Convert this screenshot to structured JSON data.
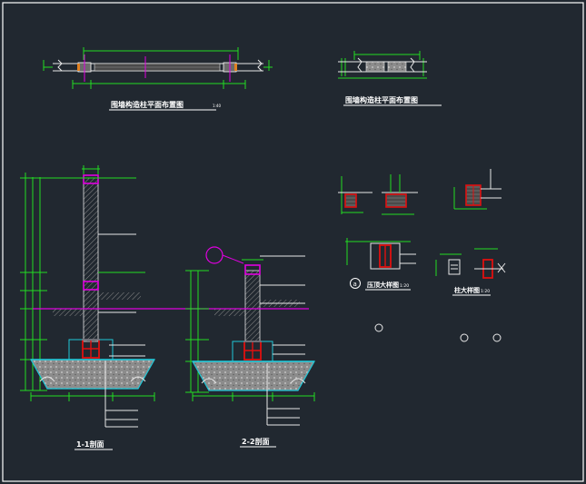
{
  "colors": {
    "background": "#212830",
    "frame": "#ffffff",
    "dimension": "#22dd22",
    "section": "#e01010",
    "highlight": "#e000e0",
    "outline": "#e8e8e8",
    "hatch": "#9a9a9a",
    "footing_edge": "#20c8d8",
    "label": "#ffffff"
  },
  "titles": {
    "top_left_plan": "围墙构造柱平面布置图",
    "top_left_plan_scale": "1:40",
    "top_right_plan": "围墙构造柱平面布置图",
    "top_right_plan_scale": "",
    "section_1": "1-1剖面",
    "section_1_scale": "",
    "section_2": "2-2剖面",
    "section_2_scale": "",
    "detail_a": "压顶大样图",
    "detail_a_marker": "a",
    "detail_a_scale": "1:20",
    "detail_b": "柱大样图",
    "detail_b_scale": "1:20"
  }
}
